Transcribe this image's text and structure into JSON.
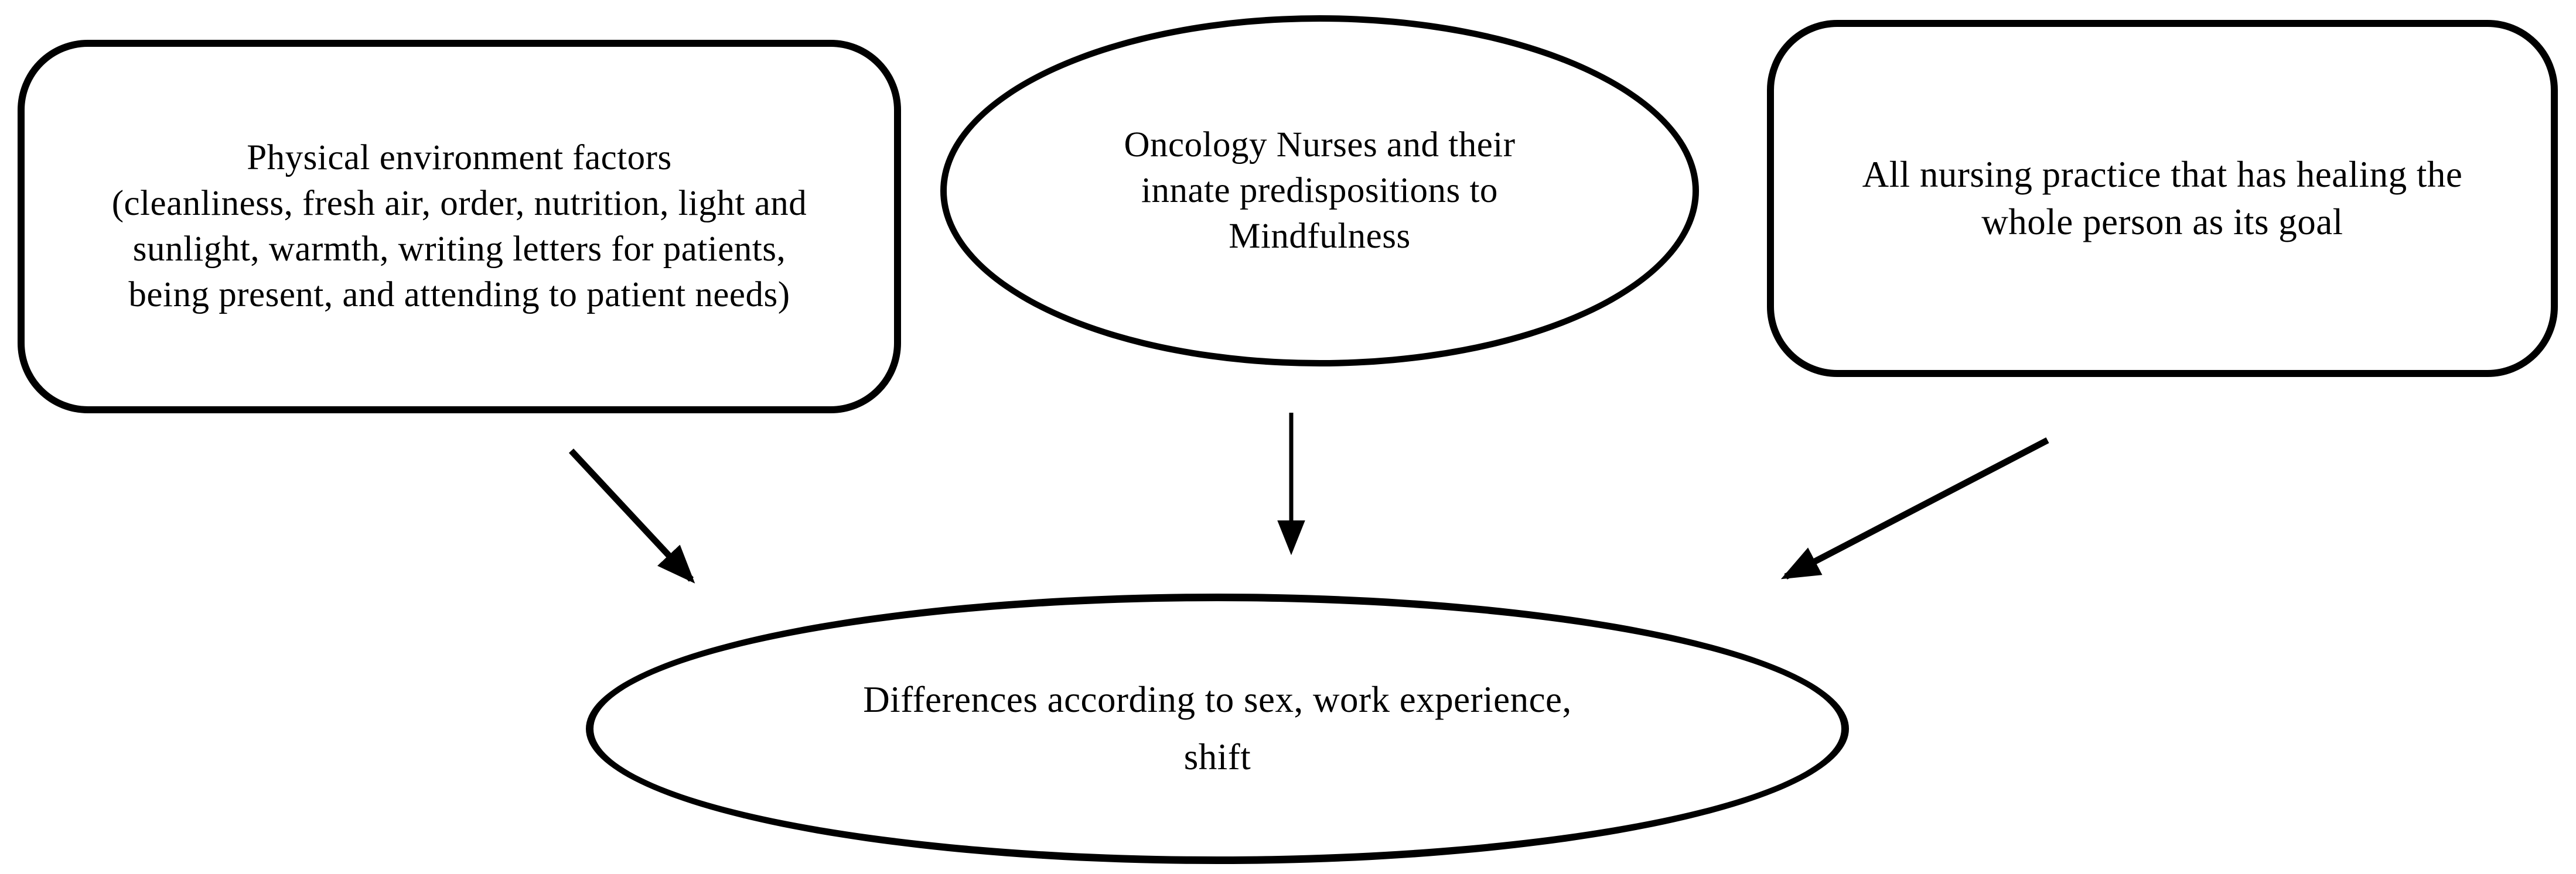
{
  "diagram": {
    "background_color": "#ffffff",
    "stroke_color": "#000000",
    "text_color": "#000000",
    "nodes": {
      "physical_environment": {
        "shape": "rounded-rectangle",
        "text": "Physical environment factors\n(cleanliness, fresh air, order, nutrition, light and\nsunlight, warmth, writing letters for patients,\nbeing present, and attending to patient needs)"
      },
      "oncology_nurses": {
        "shape": "ellipse",
        "text": "Oncology Nurses and their\ninnate predispositions to\nMindfulness"
      },
      "nursing_practice": {
        "shape": "rounded-rectangle",
        "text": "All nursing practice that has healing the\nwhole person as its goal"
      },
      "differences": {
        "shape": "ellipse",
        "text": "Differences according to sex, work experience,\nshift"
      }
    },
    "edges": [
      {
        "from": "physical_environment",
        "to": "differences",
        "style": "arrow"
      },
      {
        "from": "oncology_nurses",
        "to": "differences",
        "style": "arrow"
      },
      {
        "from": "nursing_practice",
        "to": "differences",
        "style": "arrow"
      }
    ]
  }
}
